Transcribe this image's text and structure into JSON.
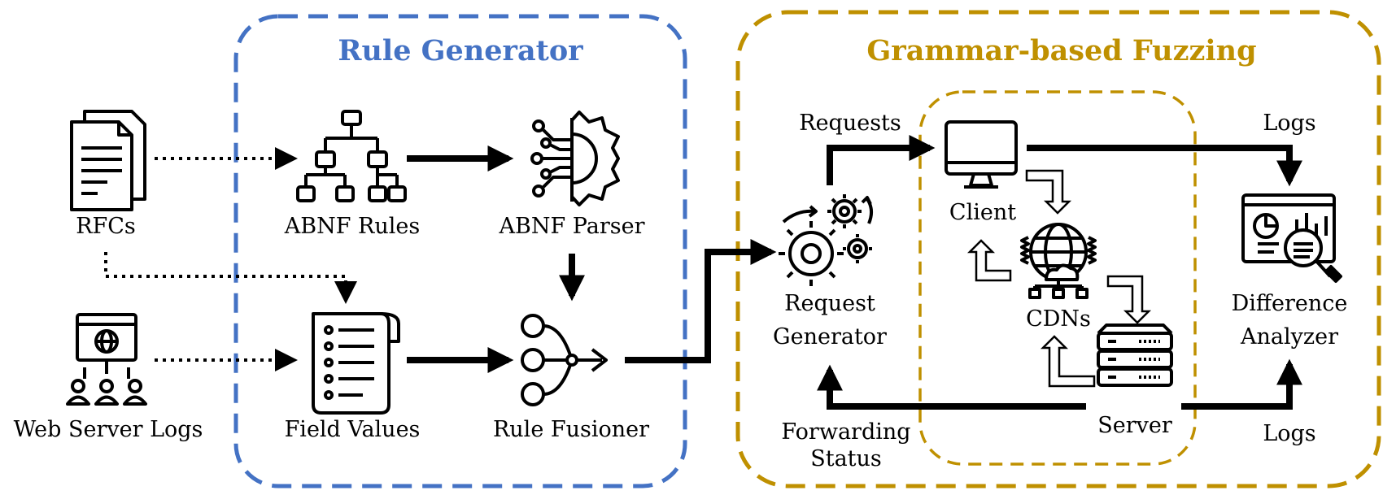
{
  "groups": {
    "rule_generator": {
      "title": "Rule Generator",
      "color": "#4472c4"
    },
    "grammar_fuzzing": {
      "title": "Grammar-based Fuzzing",
      "color": "#bf9000"
    }
  },
  "nodes": {
    "rfcs": "RFCs",
    "web_server_logs": "Web Server Logs",
    "abnf_rules": "ABNF Rules",
    "abnf_parser": "ABNF Parser",
    "field_values": "Field Values",
    "rule_fusioner": "Rule Fusioner",
    "request_generator_line1": "Request",
    "request_generator_line2": "Generator",
    "client": "Client",
    "cdns": "CDNs",
    "server": "Server",
    "difference_analyzer_line1": "Difference",
    "difference_analyzer_line2": "Analyzer"
  },
  "edges": {
    "requests": "Requests",
    "logs_top": "Logs",
    "logs_bottom": "Logs",
    "forwarding_status_line1": "Forwarding",
    "forwarding_status_line2": "Status"
  },
  "icons": [
    "document-stack-icon",
    "browser-users-icon",
    "hierarchy-tree-icon",
    "gear-circuit-icon",
    "checklist-icon",
    "merge-nodes-icon",
    "gears-icon",
    "monitor-icon",
    "cloud-globe-icon",
    "server-rack-icon",
    "dashboard-magnifier-icon"
  ]
}
